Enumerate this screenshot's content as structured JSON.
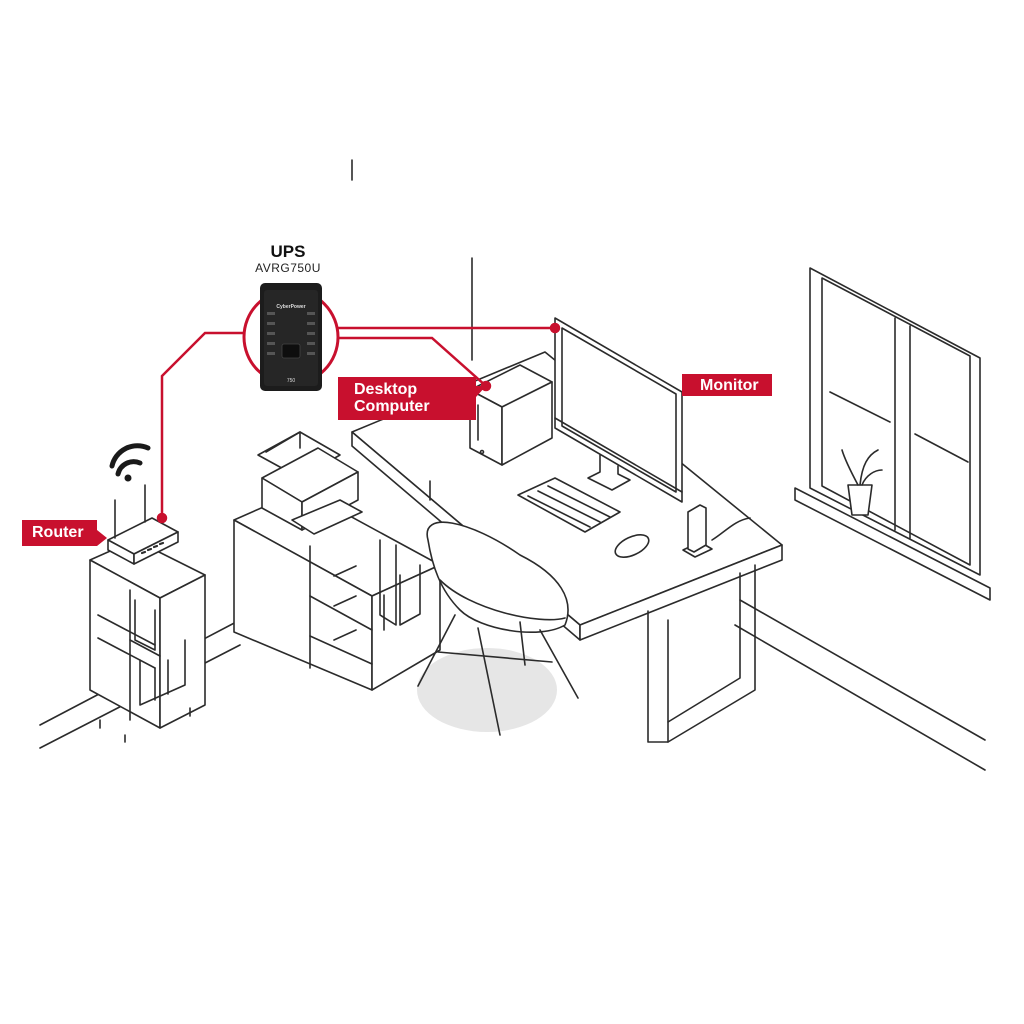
{
  "labels": {
    "ups_title": "UPS",
    "ups_model": "AVRG750U",
    "desktop_line1": "Desktop",
    "desktop_line2": "Computer",
    "monitor": "Monitor",
    "router": "Router"
  },
  "ups_device": {
    "brand": "CyberPower",
    "capacity": "750"
  },
  "colors": {
    "accent": "#c8102e",
    "line": "#2b2b2b",
    "floor_shadow": "#e6e6e6",
    "ups_body": "#1c1c1c"
  },
  "icons": {
    "wifi": "wifi-icon"
  }
}
